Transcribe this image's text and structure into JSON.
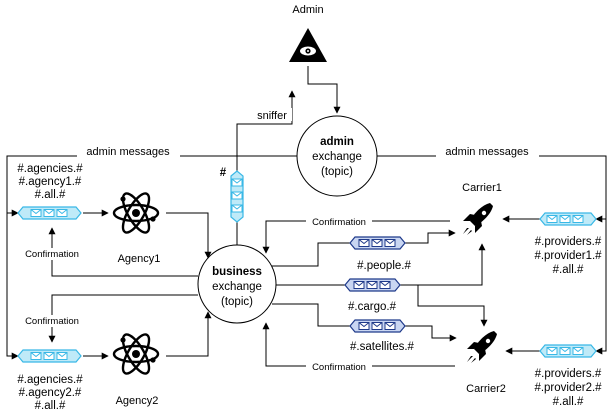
{
  "nodes": {
    "admin": "Admin",
    "admin_exchange": {
      "name": "admin",
      "line2": "exchange",
      "line3": "(topic)"
    },
    "business_exchange": {
      "name": "business",
      "line2": "exchange",
      "line3": "(topic)"
    },
    "agency1": "Agency1",
    "agency2": "Agency2",
    "carrier1": "Carrier1",
    "carrier2": "Carrier2"
  },
  "labels": {
    "admin_messages_left": "admin messages",
    "admin_messages_right": "admin messages",
    "sniffer": "sniffer",
    "hash": "#",
    "confirmation_carrier1": "Confirmation",
    "confirmation_carrier2": "Confirmation",
    "confirmation_agency1": "Confirmation",
    "confirmation_agency2": "Confirmation"
  },
  "queues": {
    "agency1": [
      "#.agencies.#",
      "#.agency1.#",
      "#.all.#"
    ],
    "agency2": [
      "#.agencies.#",
      "#.agency2.#",
      "#.all.#"
    ],
    "provider1": [
      "#.providers.#",
      "#.provider1.#",
      "#.all.#"
    ],
    "provider2": [
      "#.providers.#",
      "#.provider2.#",
      "#.all.#"
    ],
    "people": "#.people.#",
    "cargo": "#.cargo.#",
    "satellites": "#.satellites.#"
  },
  "colors": {
    "agency_queue": "#39b8e6",
    "agency_queue_fill": "#bfeaf8",
    "business_queue": "#1f3a8a",
    "business_queue_fill": "#c9d6f2",
    "stroke": "#000000"
  },
  "icons": {
    "admin": "eye-pyramid-icon",
    "agency": "atom-icon",
    "carrier": "rocket-icon",
    "queue": "envelope-queue-icon"
  }
}
